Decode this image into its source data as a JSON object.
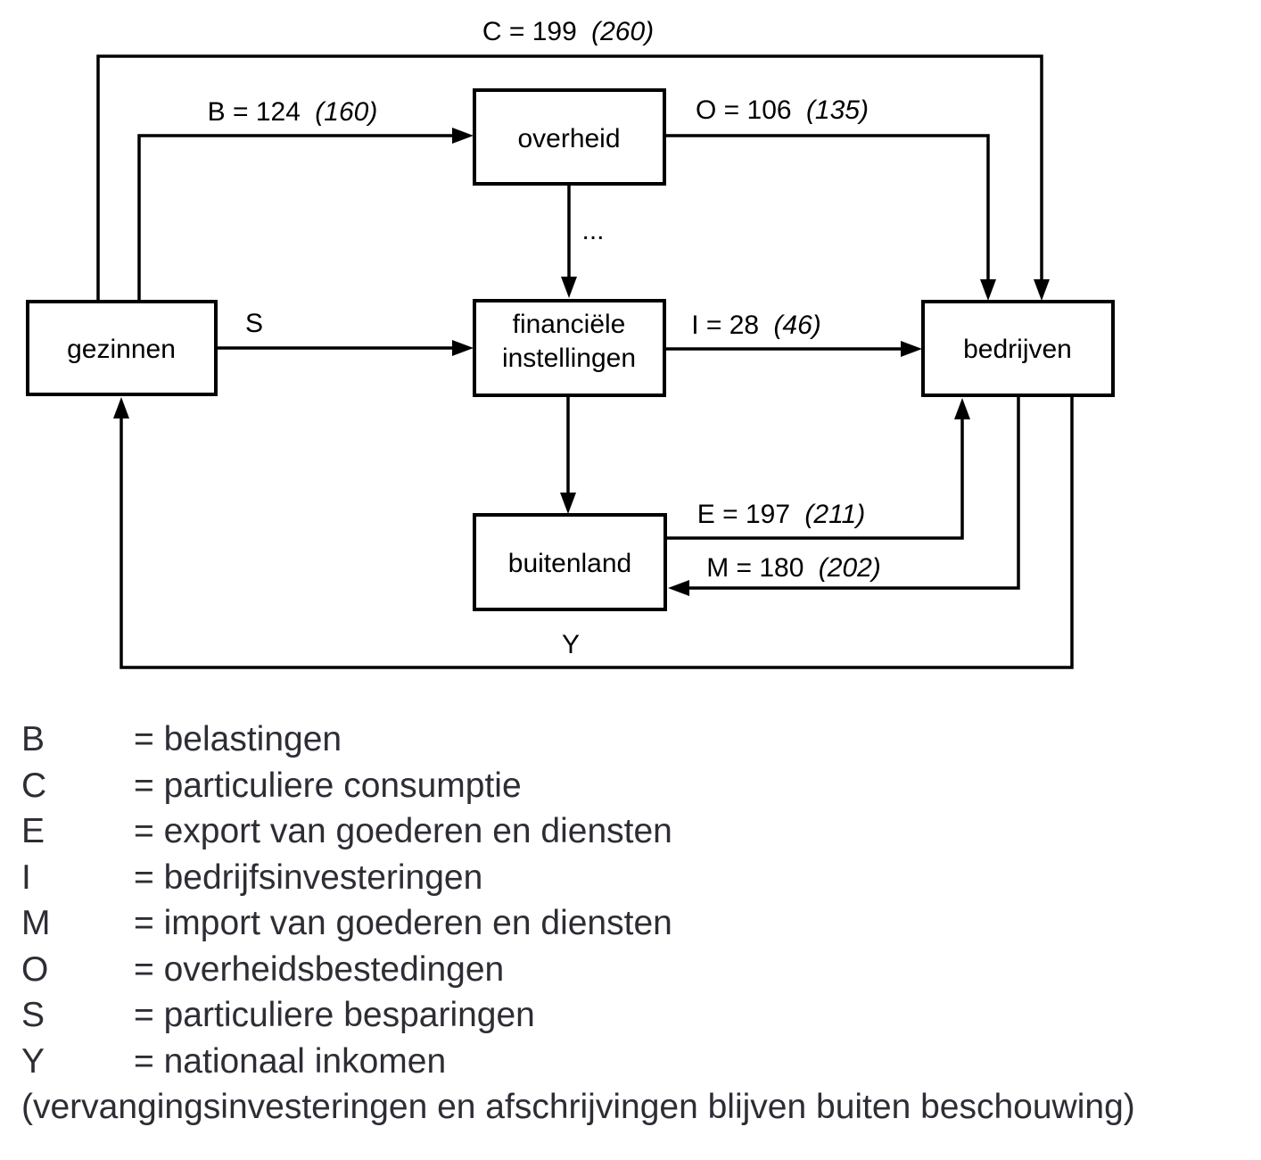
{
  "diagram": {
    "nodes": {
      "gezinnen": {
        "label": "gezinnen"
      },
      "overheid": {
        "label": "overheid"
      },
      "financiele": {
        "label_line1": "financiële",
        "label_line2": "instellingen"
      },
      "bedrijven": {
        "label": "bedrijven"
      },
      "buitenland": {
        "label": "buitenland"
      }
    },
    "flows": {
      "c": {
        "label": "C = 199",
        "paren": "(260)"
      },
      "b": {
        "label": "B = 124",
        "paren": "(160)"
      },
      "o": {
        "label": "O = 106",
        "paren": "(135)"
      },
      "dots": {
        "label": "..."
      },
      "s": {
        "label": "S"
      },
      "i": {
        "label": "I = 28",
        "paren": "(46)"
      },
      "e": {
        "label": "E = 197",
        "paren": "(211)"
      },
      "m": {
        "label": "M = 180",
        "paren": "(202)"
      },
      "y": {
        "label": "Y"
      }
    }
  },
  "legend": {
    "items": [
      {
        "symbol": "B",
        "definition": "= belastingen"
      },
      {
        "symbol": "C",
        "definition": "= particuliere consumptie"
      },
      {
        "symbol": "E",
        "definition": "= export van goederen en diensten"
      },
      {
        "symbol": "I",
        "definition": "= bedrijfsinvesteringen"
      },
      {
        "symbol": "M",
        "definition": "= import van goederen en diensten"
      },
      {
        "symbol": "O",
        "definition": "= overheidsbestedingen"
      },
      {
        "symbol": "S",
        "definition": "= particuliere besparingen"
      },
      {
        "symbol": "Y",
        "definition": "= nationaal inkomen"
      }
    ],
    "footnote": "(vervangingsinvesteringen en afschrijvingen blijven buiten beschouwing)"
  },
  "colors": {
    "line": "#000000",
    "legend_text": "#2d2d35",
    "background": "#ffffff"
  }
}
